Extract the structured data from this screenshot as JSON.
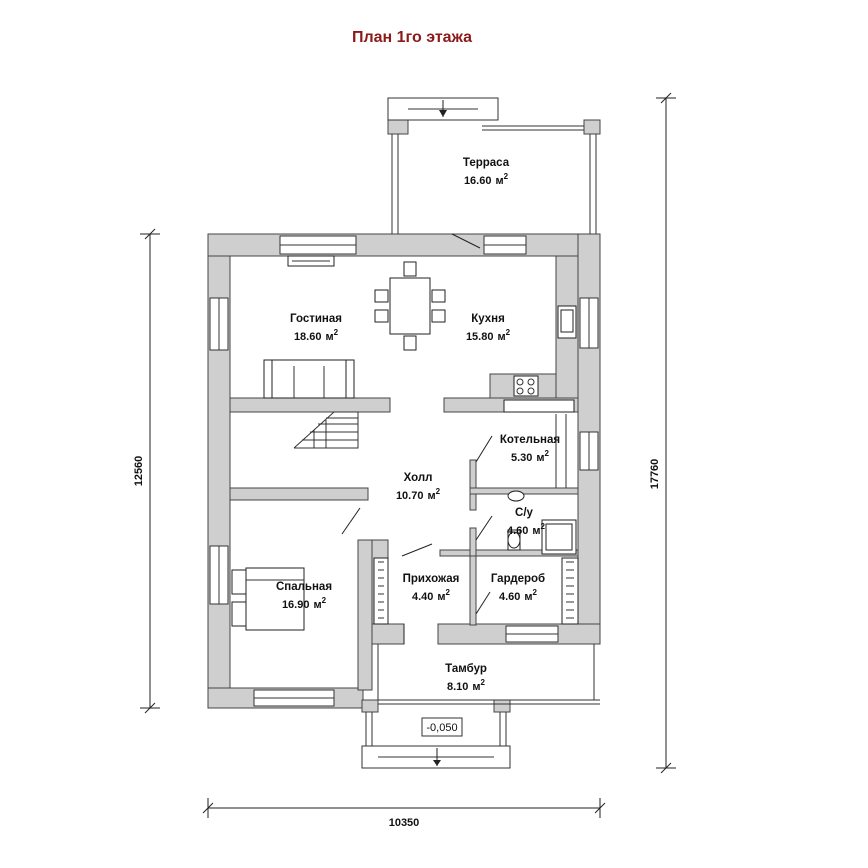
{
  "title": "План 1го этажа",
  "area_unit": "м",
  "area_exponent": "2",
  "rooms": [
    {
      "name": "Терраса",
      "area": "16.60"
    },
    {
      "name": "Гостиная",
      "area": "18.60"
    },
    {
      "name": "Кухня",
      "area": "15.80"
    },
    {
      "name": "Котельная",
      "area": "5.30"
    },
    {
      "name": "Холл",
      "area": "10.70"
    },
    {
      "name": "С/у",
      "area": "4.60"
    },
    {
      "name": "Спальная",
      "area": "16.90"
    },
    {
      "name": "Прихожая",
      "area": "4.40"
    },
    {
      "name": "Гардероб",
      "area": "4.60"
    },
    {
      "name": "Тамбур",
      "area": "8.10"
    }
  ],
  "dimensions": {
    "width": "10350",
    "height_house": "12560",
    "height_total": "17760"
  },
  "level_mark": "-0,050"
}
